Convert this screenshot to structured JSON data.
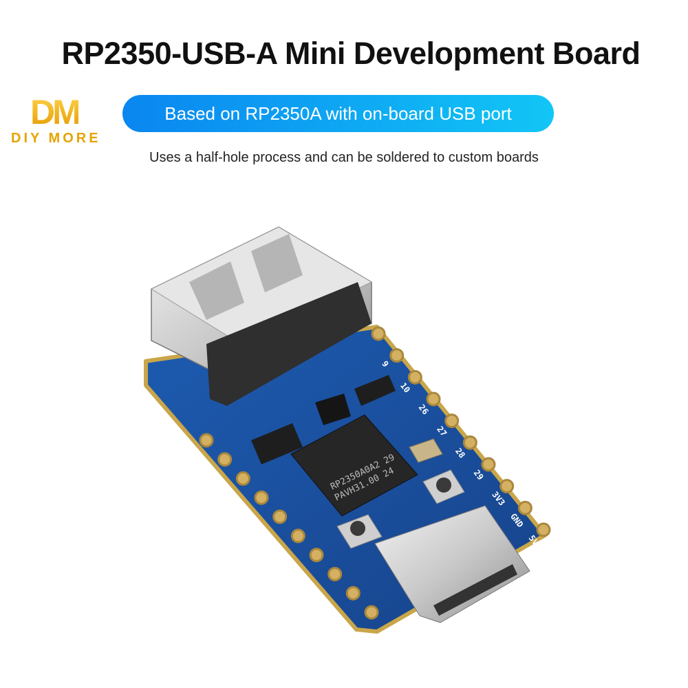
{
  "header": {
    "title": "RP2350-USB-A Mini Development Board",
    "tagline": "Based on RP2350A with on-board USB port",
    "subtitle": "Uses a half-hole process and can be soldered to custom boards"
  },
  "logo": {
    "mark": "DM",
    "text": "DIY MORE"
  },
  "colors": {
    "pill_start": "#0a86f0",
    "pill_end": "#12c6f6",
    "pcb": "#1d4f9e",
    "logo": "#f2b705"
  },
  "board": {
    "chip_line1": "RP2350A0A2 29",
    "chip_line2": "PAVH31.00  24",
    "pin_labels": [
      "9",
      "10",
      "26",
      "27",
      "28",
      "29",
      "3V3",
      "GND",
      "5V"
    ]
  }
}
